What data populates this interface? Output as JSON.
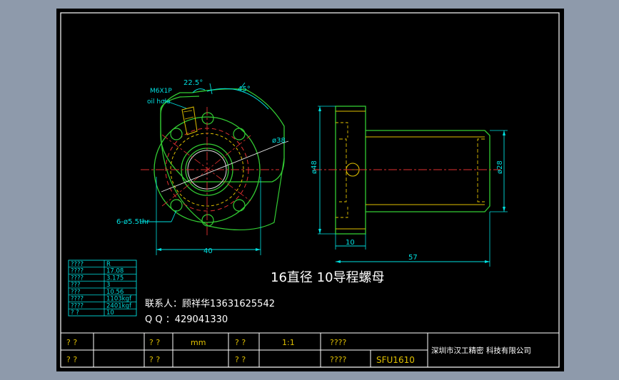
{
  "annotations": {
    "thread": "M6X1P",
    "oil_hole": "oil hole",
    "angle_small": "22.5°",
    "angle_large": "45°",
    "pcd": "ø38",
    "holes": "6-ø5.5thr",
    "width_front": "40",
    "flange_dia": "ø48",
    "body_dia": "ø28",
    "flange_thick": "10",
    "total_length": "57"
  },
  "title": "16直径 10导程螺母",
  "contact": "联系人：顾祥华13631625542",
  "qq": "Q Q ：429041330",
  "spec_table": {
    "rows": [
      {
        "k": "????",
        "v": "R"
      },
      {
        "k": "????",
        "v": "17.08"
      },
      {
        "k": "????",
        "v": "3.175"
      },
      {
        "k": "???",
        "v": "3"
      },
      {
        "k": "???",
        "v": "10.56"
      },
      {
        "k": "????",
        "v": "1103kgf"
      },
      {
        "k": "????",
        "v": "2401kgf"
      },
      {
        "k": "?  ?",
        "v": "10"
      }
    ]
  },
  "title_block": {
    "r1": [
      "? ?",
      "? ?",
      "mm",
      "? ?",
      "1:1",
      "????"
    ],
    "r2": [
      "? ?",
      "? ?",
      "? ?",
      "????",
      "SFU1610"
    ],
    "company": "深圳市汉工精密 科技有限公司"
  }
}
